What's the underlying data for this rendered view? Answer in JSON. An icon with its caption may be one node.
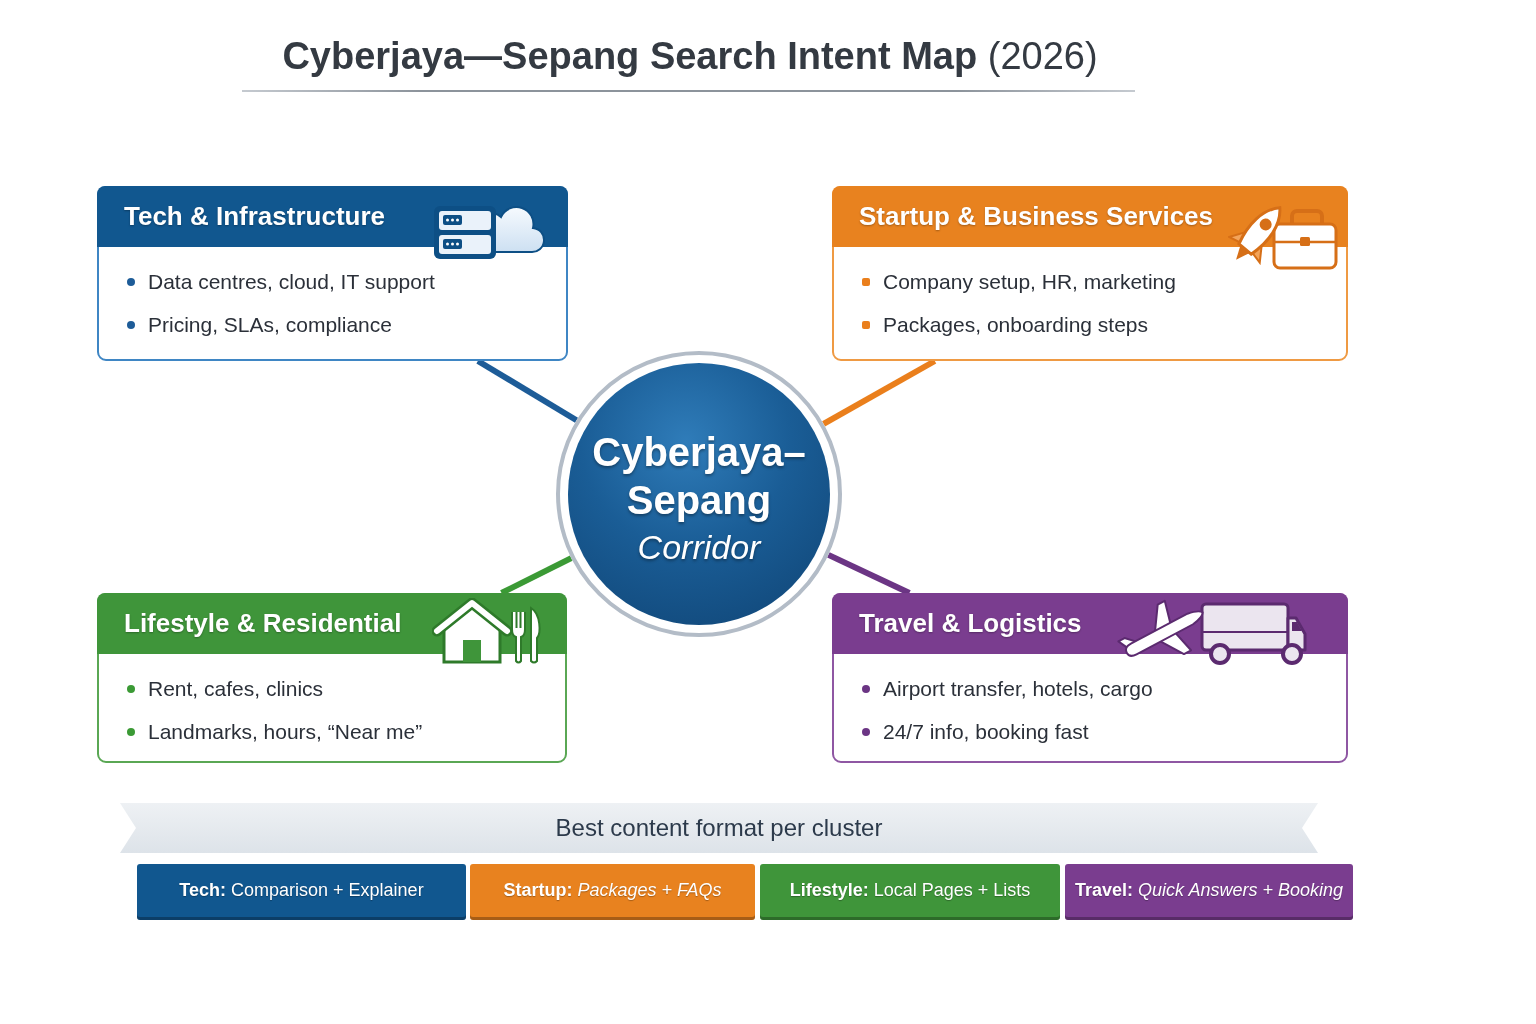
{
  "diagram": {
    "title": "**Cyberjaya—Sepang Search Intent Map** (2026)",
    "nodes": [
      {
        "text": [
          "Tech & Infrastructure",
          "Data centres, cloud, IT support",
          "Pricing, SLAs, compliance"
        ]
      },
      {
        "text": [
          "Startup & Business Services",
          "Company setup, HR, marketing",
          "Packages, onboarding steps"
        ]
      },
      {
        "text": [
          "Cyberjaya–Sepang",
          "Corridor"
        ]
      },
      {
        "text": [
          "Lifestyle & Residential",
          "Rent, cafes, clinics",
          "Landmarks, hours, “Near me”"
        ]
      },
      {
        "text": [
          "Travel & Logistics",
          "Airport transfer, hotels, cargo",
          "24/7 info, booking fast"
        ]
      },
      {
        "text": [
          "Best content format per cluster"
        ]
      },
      {
        "text": [
          "**Tech:** Comparison + Explainer"
        ]
      },
      {
        "text": [
          "**Startup:** *Packages + FAQs*"
        ]
      },
      {
        "text": [
          "**Lifestyle:** Local Pages + Lists"
        ]
      },
      {
        "text": [
          "**Travel:** *Quick Answers + Booking*"
        ]
      }
    ],
    "edges": [
      {
        "from": 2,
        "to": 0,
        "arrow": "none",
        "color": "#1d5c98"
      },
      {
        "from": 2,
        "to": 1,
        "arrow": "none",
        "color": "#ea7f1c"
      },
      {
        "from": 2,
        "to": 3,
        "arrow": "none",
        "color": "#3b9a35"
      },
      {
        "from": 2,
        "to": 4,
        "arrow": "none",
        "color": "#6b3584"
      }
    ]
  }
}
